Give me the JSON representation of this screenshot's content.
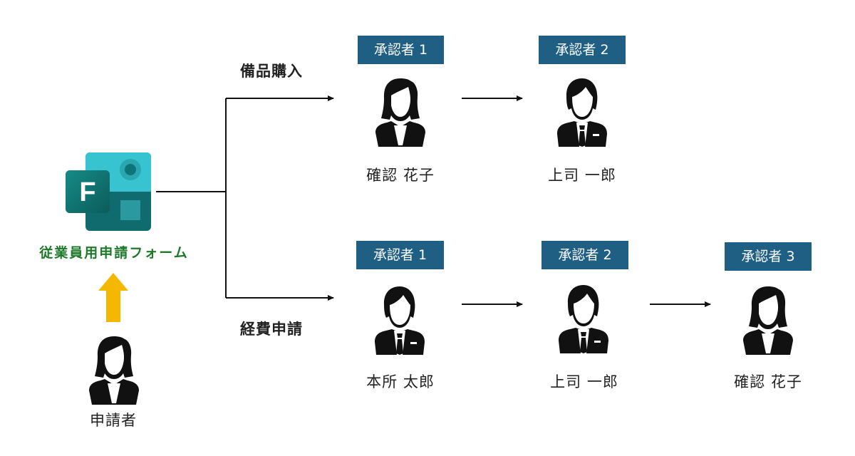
{
  "form": {
    "app_icon": "microsoft-forms-icon",
    "icon_letter": "F",
    "title": "従業員用申請フォーム",
    "title_color": "#1e7a2a"
  },
  "applicant": {
    "label": "申請者",
    "icon": "person-female-icon",
    "arrow_color": "#f5b800"
  },
  "routes": [
    {
      "label": "備品購入",
      "approvers": [
        {
          "badge": "承認者 1",
          "name": "確認 花子",
          "icon": "person-female-icon"
        },
        {
          "badge": "承認者 2",
          "name": "上司 一郎",
          "icon": "person-male-icon"
        }
      ]
    },
    {
      "label": "経費申請",
      "approvers": [
        {
          "badge": "承認者 1",
          "name": "本所 太郎",
          "icon": "person-male-icon"
        },
        {
          "badge": "承認者 2",
          "name": "上司 一郎",
          "icon": "person-male-icon"
        },
        {
          "badge": "承認者 3",
          "name": "確認 花子",
          "icon": "person-female-icon"
        }
      ]
    }
  ],
  "colors": {
    "badge_bg": "#1f5f84",
    "line": "#111111"
  }
}
